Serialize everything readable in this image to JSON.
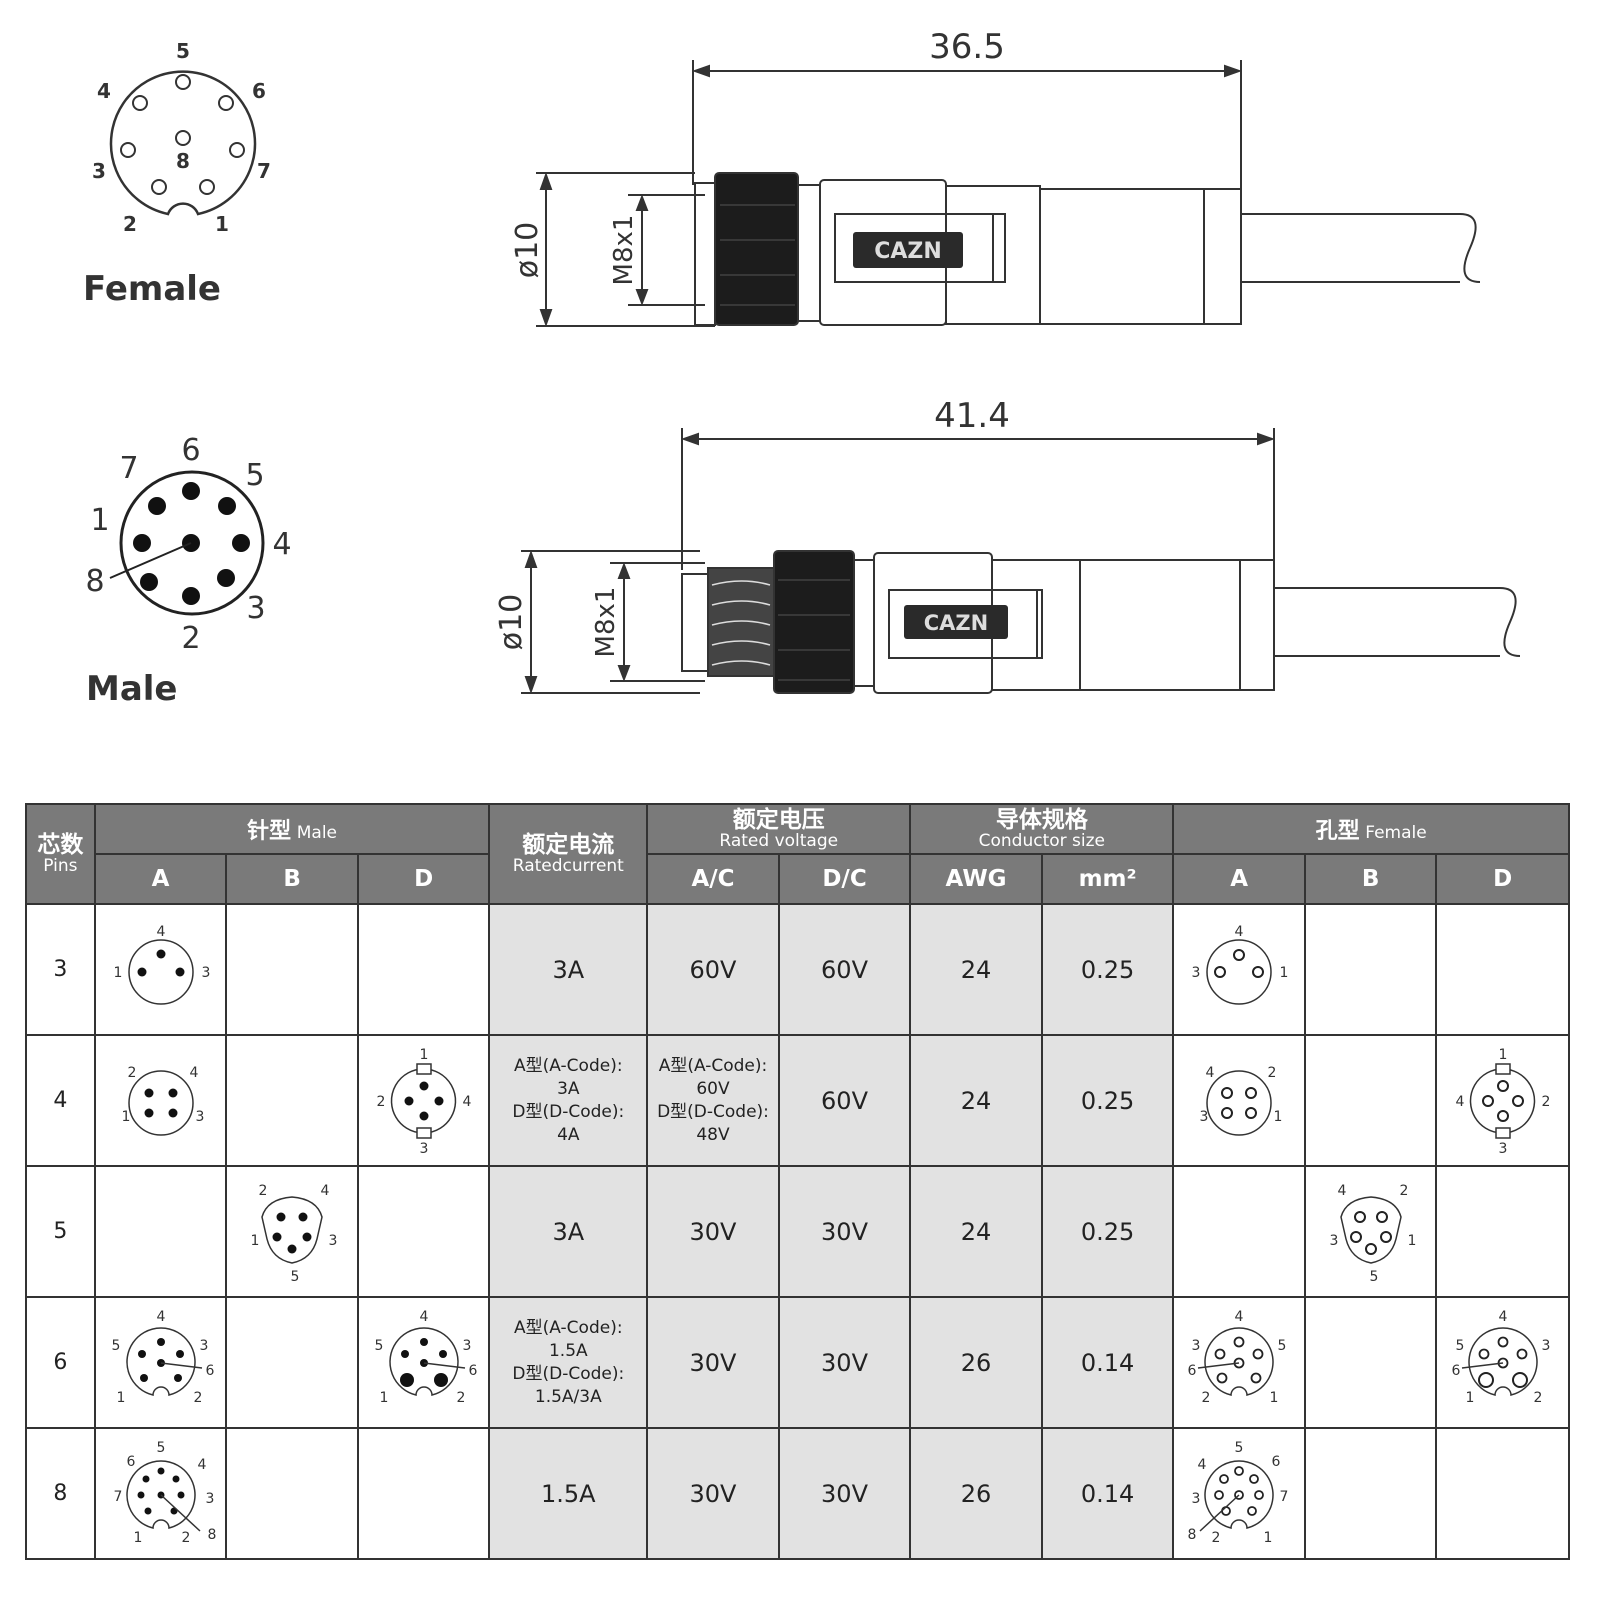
{
  "female_face": {
    "title": "Female",
    "pin_labels": [
      "5",
      "6",
      "4",
      "8",
      "3",
      "7",
      "2",
      "1"
    ]
  },
  "male_face": {
    "title": "Male",
    "pin_labels": [
      "6",
      "7",
      "5",
      "1",
      "4",
      "8",
      "3",
      "2"
    ]
  },
  "female_drawing": {
    "length": "36.5",
    "diameter": "ø10",
    "thread": "M8x1",
    "logo_text": "CAZN"
  },
  "male_drawing": {
    "length": "41.4",
    "diameter": "ø10",
    "thread": "M8x1",
    "logo_text": "CAZN"
  },
  "table": {
    "headers": {
      "pins_cn": "芯数",
      "pins_en": "Pins",
      "male_cn": "针型",
      "male_en": "Male",
      "current_cn": "额定电流",
      "current_en": "Ratedcurrent",
      "voltage_cn": "额定电压",
      "voltage_en": "Rated voltage",
      "conductor_cn": "导体规格",
      "conductor_en": "Conductor size",
      "female_cn": "孔型",
      "female_en": "Female",
      "code_a": "A",
      "code_b": "B",
      "code_d": "D",
      "ac": "A/C",
      "dc": "D/C",
      "awg": "AWG",
      "mm2": "mm²"
    },
    "rows": [
      {
        "pins": "3",
        "current": [
          "3A"
        ],
        "ac": [
          "60V"
        ],
        "dc": "60V",
        "awg": "24",
        "mm2": "0.25",
        "male_a_labels": [
          "4",
          "1",
          "3"
        ],
        "female_a_labels": [
          "4",
          "3",
          "1"
        ]
      },
      {
        "pins": "4",
        "current": [
          "A型(A-Code):",
          "3A",
          "D型(D-Code):",
          "4A"
        ],
        "ac": [
          "A型(A-Code):",
          "60V",
          "D型(D-Code):",
          "48V"
        ],
        "dc": "60V",
        "awg": "24",
        "mm2": "0.25",
        "male_a_labels": [
          "2",
          "4",
          "1",
          "3"
        ],
        "male_d_labels": [
          "1",
          "2",
          "4",
          "3"
        ],
        "female_a_labels": [
          "4",
          "2",
          "3",
          "1"
        ],
        "female_d_labels": [
          "1",
          "4",
          "2",
          "3"
        ]
      },
      {
        "pins": "5",
        "current": [
          "3A"
        ],
        "ac": [
          "30V"
        ],
        "dc": "30V",
        "awg": "24",
        "mm2": "0.25",
        "male_b_labels": [
          "2",
          "4",
          "1",
          "3",
          "5"
        ],
        "female_b_labels": [
          "4",
          "2",
          "3",
          "1",
          "5"
        ]
      },
      {
        "pins": "6",
        "current": [
          "A型(A-Code):",
          "1.5A",
          "D型(D-Code):",
          "1.5A/3A"
        ],
        "ac": [
          "30V"
        ],
        "dc": "30V",
        "awg": "26",
        "mm2": "0.14",
        "male_a_labels": [
          "4",
          "5",
          "3",
          "6",
          "1",
          "2"
        ],
        "male_d_labels": [
          "4",
          "5",
          "3",
          "6",
          "1",
          "2"
        ],
        "female_a_labels": [
          "4",
          "3",
          "5",
          "6",
          "2",
          "1"
        ],
        "female_d_labels": [
          "4",
          "5",
          "3",
          "6",
          "1",
          "2"
        ]
      },
      {
        "pins": "8",
        "current": [
          "1.5A"
        ],
        "ac": [
          "30V"
        ],
        "dc": "30V",
        "awg": "26",
        "mm2": "0.14",
        "male_a_labels": [
          "5",
          "6",
          "4",
          "7",
          "3",
          "1",
          "2",
          "8"
        ],
        "female_a_labels": [
          "5",
          "4",
          "6",
          "3",
          "7",
          "8",
          "2",
          "1"
        ]
      }
    ]
  }
}
